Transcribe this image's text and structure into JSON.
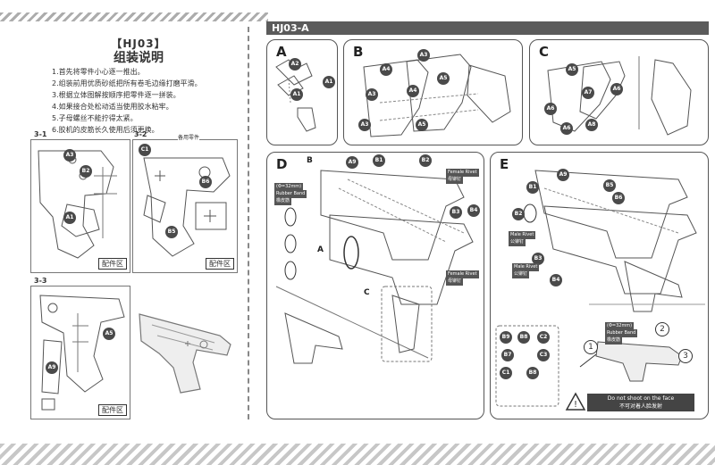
{
  "header": {
    "tag": "HJ03-A"
  },
  "left_page": {
    "title": "【HJ03】",
    "subtitle": "组装说明",
    "instructions": [
      "1.首先将零件小心逐一推出。",
      "2.组装前用优质砂纸把所有卷毛边缘打磨平滑。",
      "3.根据立体图解按顺序把零件逐一拼装。",
      "4.如果接合处松动适当使用胶水粘牢。",
      "5.子母螺丝不能拧得太紧。",
      "6.胶机的皮筋长久使用后须更换。"
    ],
    "sheets": [
      {
        "label": "3-1",
        "parts_zone": "配件区"
      },
      {
        "label": "3-2",
        "parts_zone": "配件区",
        "note": "备用零件"
      },
      {
        "label": "3-3",
        "parts_zone": "配件区"
      }
    ]
  },
  "panels": {
    "A": {
      "letter": "A",
      "badges": [
        "A2",
        "A1",
        "A1"
      ]
    },
    "B": {
      "letter": "B",
      "badges": [
        "A4",
        "A3",
        "A4",
        "A5",
        "A3",
        "A3",
        "A5"
      ]
    },
    "C": {
      "letter": "C",
      "badges": [
        "A5",
        "A7",
        "A6",
        "A6",
        "A6",
        "A8"
      ]
    },
    "D": {
      "letter": "D",
      "badges": [
        "A9",
        "B1",
        "B2",
        "B3",
        "B4"
      ],
      "labels": {
        "b": "B",
        "a": "A",
        "c": "C"
      },
      "rubber_band": "(Φ=32mm)",
      "rubber_band_tag": "Rubber Band",
      "rubber_band_cn": "橡皮筋",
      "female_rivet": "Female Rivet",
      "female_rivet_cn": "母铆钉"
    },
    "E": {
      "letter": "E",
      "badges": [
        "A9",
        "B1",
        "B5",
        "B6",
        "B2",
        "B3",
        "B4"
      ],
      "male_rivet": "Male Rivet",
      "male_rivet_cn": "公铆钉",
      "kit_badges": [
        "B9",
        "B8",
        "C2",
        "B7",
        "C3",
        "C1",
        "B8"
      ],
      "rubber_band": "(Φ=32mm)",
      "rubber_band_tag": "Rubber Band",
      "rubber_band_cn": "橡皮筋",
      "steps": [
        "1",
        "2",
        "3"
      ],
      "warning": "Do not shoot on the face",
      "warning_cn": "不可对着人脸发射"
    }
  }
}
